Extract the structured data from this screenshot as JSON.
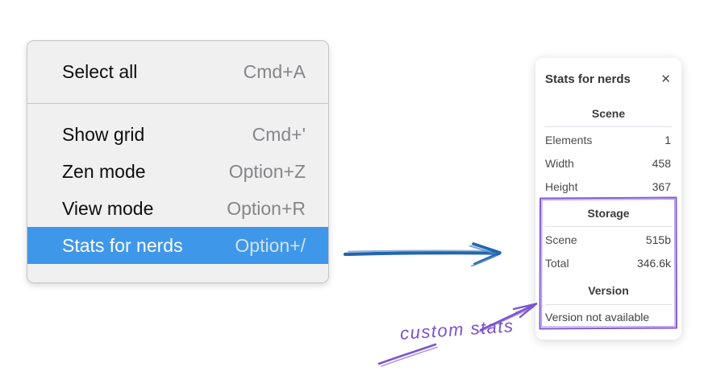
{
  "context_menu": {
    "items": [
      {
        "label": "Select all",
        "shortcut": "Cmd+A",
        "highlighted": false
      },
      {
        "label": "Show grid",
        "shortcut": "Cmd+'",
        "highlighted": false
      },
      {
        "label": "Zen mode",
        "shortcut": "Option+Z",
        "highlighted": false
      },
      {
        "label": "View mode",
        "shortcut": "Option+R",
        "highlighted": false
      },
      {
        "label": "Stats for nerds",
        "shortcut": "Option+/",
        "highlighted": true
      }
    ]
  },
  "stats_panel": {
    "title": "Stats for nerds",
    "close_icon": "✕",
    "sections": [
      {
        "heading": "Scene",
        "rows": [
          {
            "label": "Elements",
            "value": "1"
          },
          {
            "label": "Width",
            "value": "458"
          },
          {
            "label": "Height",
            "value": "367"
          }
        ]
      },
      {
        "heading": "Storage",
        "rows": [
          {
            "label": "Scene",
            "value": "515b"
          },
          {
            "label": "Total",
            "value": "346.6k"
          }
        ]
      },
      {
        "heading": "Version",
        "note": "Version not available"
      }
    ]
  },
  "annotation": {
    "label": "custom stats"
  },
  "colors": {
    "menu_highlight": "#3f97e9",
    "flow_arrow_blue": "#2266ae",
    "annotation_purple": "#7a55cf"
  }
}
